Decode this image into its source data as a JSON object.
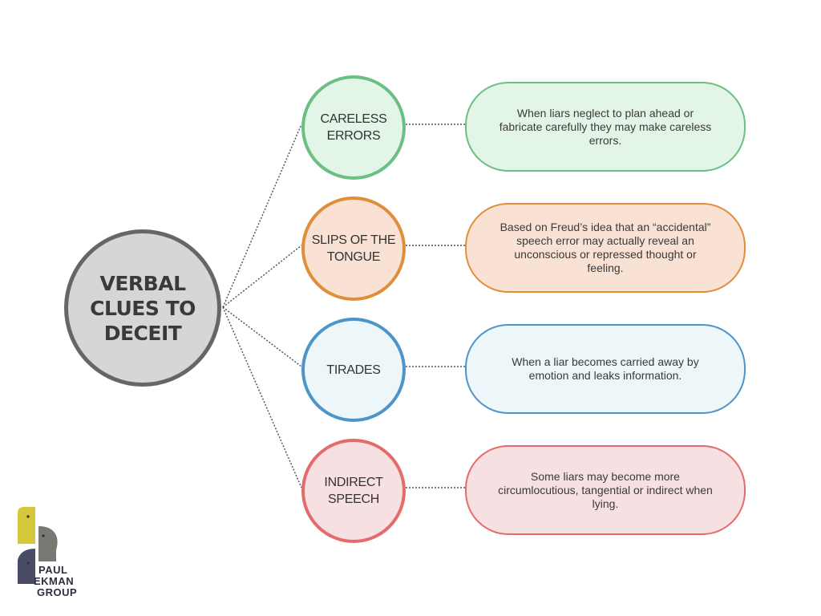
{
  "hub": {
    "title": "VERBAL CLUES TO DECEIT",
    "fill": "#d6d6d6",
    "border": "#666666"
  },
  "clues": [
    {
      "label": "CARELESS ERRORS",
      "description": "When liars neglect to plan ahead or fabricate carefully they may make careless errors.",
      "border": "#6bbf82",
      "fill": "#e2f5e6"
    },
    {
      "label": "SLIPS OF THE TONGUE",
      "description": "Based on Freud’s idea that an “accidental” speech error may actually reveal an unconscious or repressed thought or feeling.",
      "border": "#e08e3c",
      "fill": "#f9e2d4"
    },
    {
      "label": "TIRADES",
      "description": "When a liar becomes carried away by emotion and leaks information.",
      "border": "#4d94c9",
      "fill": "#edf6f8"
    },
    {
      "label": "INDIRECT SPEECH",
      "description": "Some liars may become more circumlocutious, tangential or indirect when lying.",
      "border": "#e36b6b",
      "fill": "#f7e0e1"
    }
  ],
  "logo": {
    "line1": "PAUL",
    "line2": "EKMAN",
    "line3": "GROUP",
    "colors": {
      "yellow": "#d4c73a",
      "gray": "#777a72",
      "navy": "#4a4c66"
    }
  },
  "connector_color": "#4a5a6a"
}
